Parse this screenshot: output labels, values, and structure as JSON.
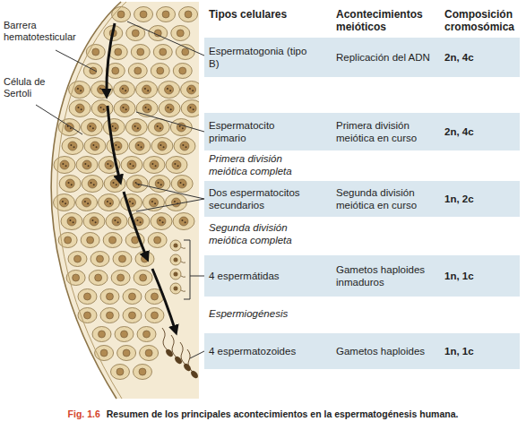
{
  "diagram": {
    "caption": "Resumen de los principales acontecimientos en la espermatogénesis humana.",
    "nodes": [
      {
        "text": [
          "Espermatogonia (tipo B)",
          "Replicación del ADN",
          "2n, 4c"
        ]
      },
      {
        "text": [
          "Espermatocito primario",
          "Primera división meiótica en curso",
          "2n, 4c"
        ]
      },
      {
        "text": [
          "Dos espermatocitos secundarios",
          "Segunda división meiótica en curso",
          "1n, 2c"
        ]
      },
      {
        "text": [
          "4 espermátidas",
          "Gametos haploides inmaduros",
          "1n, 1c"
        ]
      },
      {
        "text": [
          "4 espermatozoides",
          "Gametos haploides",
          "1n, 1c"
        ]
      }
    ],
    "labels": [
      "Barrera hematotesticular",
      "Célula de Sertoli",
      "Tipos celulares",
      "Acontecimientos meióticos",
      "Composición cromosómica",
      "Primera división meiótica completa",
      "Segunda división meiótica completa",
      "Espermiogénesis",
      "Fig. 1.6"
    ]
  }
}
